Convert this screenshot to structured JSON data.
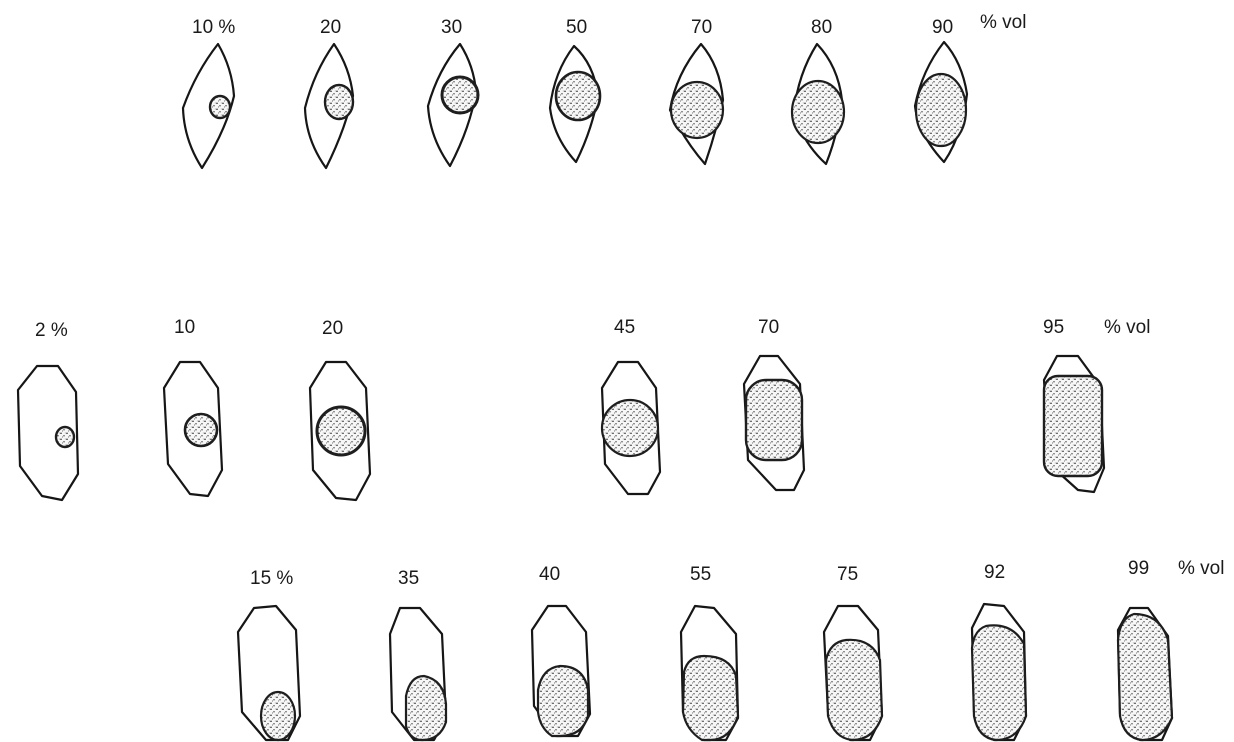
{
  "figure": {
    "rows": [
      {
        "id": "row-1",
        "unit": "% vol",
        "crystals": [
          {
            "label": "10 %",
            "vol": 10
          },
          {
            "label": "20",
            "vol": 20
          },
          {
            "label": "30",
            "vol": 30
          },
          {
            "label": "50",
            "vol": 50
          },
          {
            "label": "70",
            "vol": 70
          },
          {
            "label": "80",
            "vol": 80
          },
          {
            "label": "90",
            "vol": 90
          }
        ]
      },
      {
        "id": "row-2",
        "unit": "% vol",
        "crystals": [
          {
            "label": "2 %",
            "vol": 2
          },
          {
            "label": "10",
            "vol": 10
          },
          {
            "label": "20",
            "vol": 20
          },
          {
            "label": "45",
            "vol": 45
          },
          {
            "label": "70",
            "vol": 70
          },
          {
            "label": "95",
            "vol": 95
          }
        ]
      },
      {
        "id": "row-3",
        "unit": "% vol",
        "crystals": [
          {
            "label": "15 %",
            "vol": 15
          },
          {
            "label": "35",
            "vol": 35
          },
          {
            "label": "40",
            "vol": 40
          },
          {
            "label": "55",
            "vol": 55
          },
          {
            "label": "75",
            "vol": 75
          },
          {
            "label": "92",
            "vol": 92
          },
          {
            "label": "99",
            "vol": 99
          }
        ]
      }
    ]
  }
}
